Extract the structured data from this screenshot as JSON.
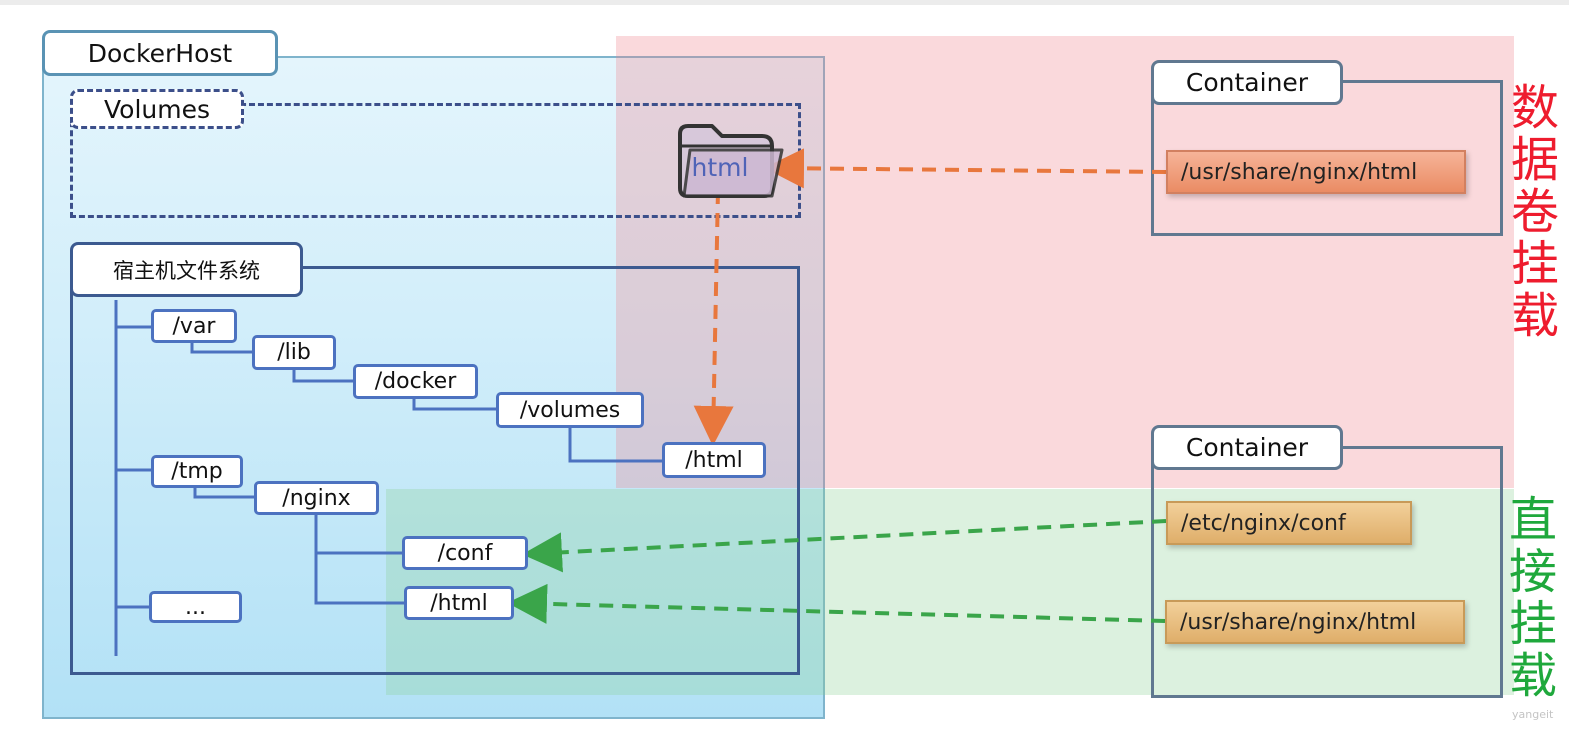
{
  "docker_host": {
    "label": "DockerHost",
    "volumes": {
      "label": "Volumes",
      "folder_label": "html"
    },
    "host_fs": {
      "label": "宿主机文件系统",
      "nodes": {
        "var": "/var",
        "lib": "/lib",
        "docker": "/docker",
        "volumes": "/volumes",
        "vol_html": "/html",
        "tmp": "/tmp",
        "nginx": "/nginx",
        "conf": "/conf",
        "nginx_html": "/html",
        "more": "..."
      }
    }
  },
  "container_top": {
    "label": "Container",
    "path": "/usr/share/nginx/html"
  },
  "container_bottom": {
    "label": "Container",
    "paths": [
      "/etc/nginx/conf",
      "/usr/share/nginx/html"
    ]
  },
  "side_labels": {
    "volume_mount": [
      "数",
      "据",
      "卷",
      "挂",
      "载"
    ],
    "bind_mount": [
      "直",
      "接",
      "挂",
      "载"
    ]
  },
  "watermark": "yangeit",
  "colors": {
    "volume_arrow": "#e8773d",
    "bind_arrow": "#3aa54a",
    "volume_label": "#ee1c2e",
    "bind_label": "#1fa83c",
    "tree_line": "#4c72c0"
  }
}
